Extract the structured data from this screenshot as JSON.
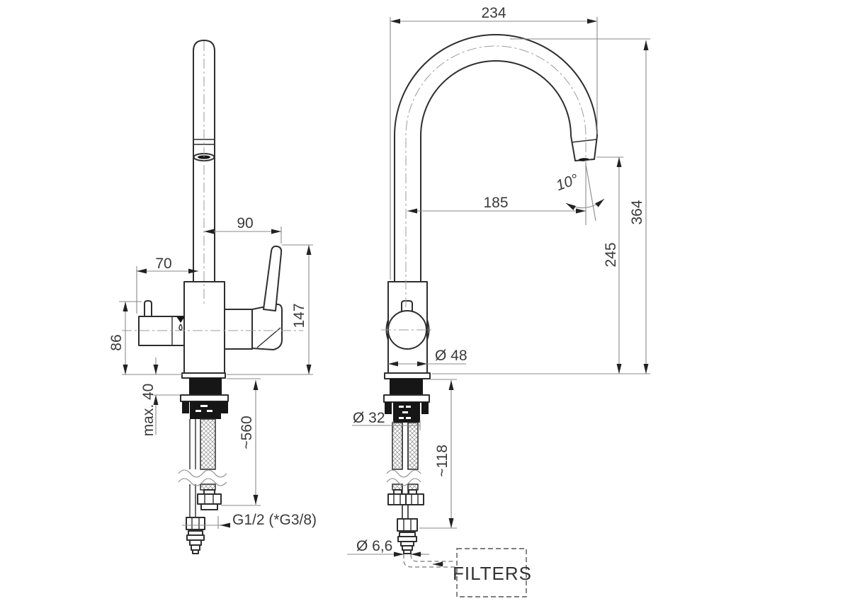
{
  "diagram": {
    "type": "technical-drawing",
    "subject": "Kitchen mixer tap with filtered-water outlet — installation dimension drawing, front view and side view",
    "units": "mm",
    "connection_note": "dashed connection from filtered water tube to external filters box"
  },
  "labels": {
    "dim_width_234": "234",
    "dim_reach_90": "90",
    "dim_left_70": "70",
    "dim_height_147": "147",
    "dim_height_86": "86",
    "dim_deck_max40": "max. 40",
    "dim_hose_560": "~560",
    "dim_thread_g12": "G1/2 (*G3/8)",
    "dim_reach_185": "185",
    "dim_angle_10": "10°",
    "dim_height_364": "364",
    "dim_height_245": "245",
    "dim_dia_48": "Ø 48",
    "dim_dia_32": "Ø 32",
    "dim_hose_118": "~118",
    "dim_dia_66": "Ø 6,6",
    "filters_box_label": "FILTERS"
  },
  "colors": {
    "background": "#ffffff",
    "outline": "#2e2e2e",
    "dimension_line": "#8a8a8a",
    "text": "#3a3a3a",
    "solid_fill": "#161616"
  }
}
